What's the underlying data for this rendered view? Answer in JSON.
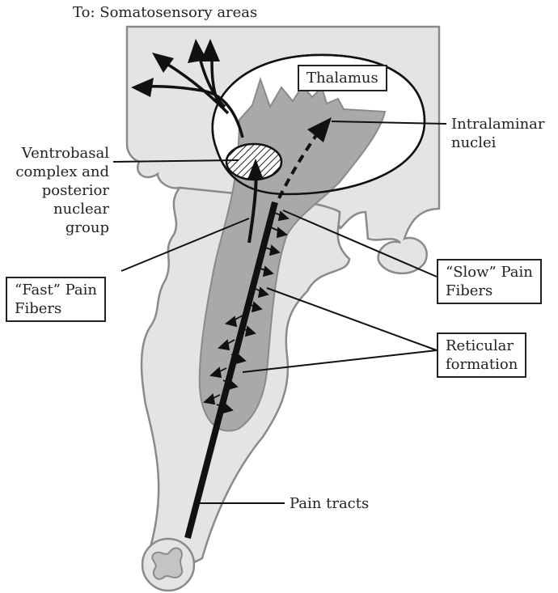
{
  "labels": {
    "top_destination": "To: Somatosensory areas",
    "thalamus": "Thalamus",
    "intralaminar": [
      "Intralaminar",
      "nuclei"
    ],
    "ventrobasal": [
      "Ventrobasal",
      "complex and",
      "posterior",
      "nuclear",
      "group"
    ],
    "fast_fibers": [
      "“Fast” Pain",
      "Fibers"
    ],
    "slow_fibers": [
      "“Slow” Pain",
      "Fibers"
    ],
    "reticular": [
      "Reticular",
      "formation"
    ],
    "pain_tracts": "Pain tracts"
  },
  "colors": {
    "outline": "#8a8a8a",
    "brain_fill": "#e4e4e4",
    "reticular_fill": "#a9a9a9",
    "ink": "#111111",
    "text": "#222222"
  }
}
